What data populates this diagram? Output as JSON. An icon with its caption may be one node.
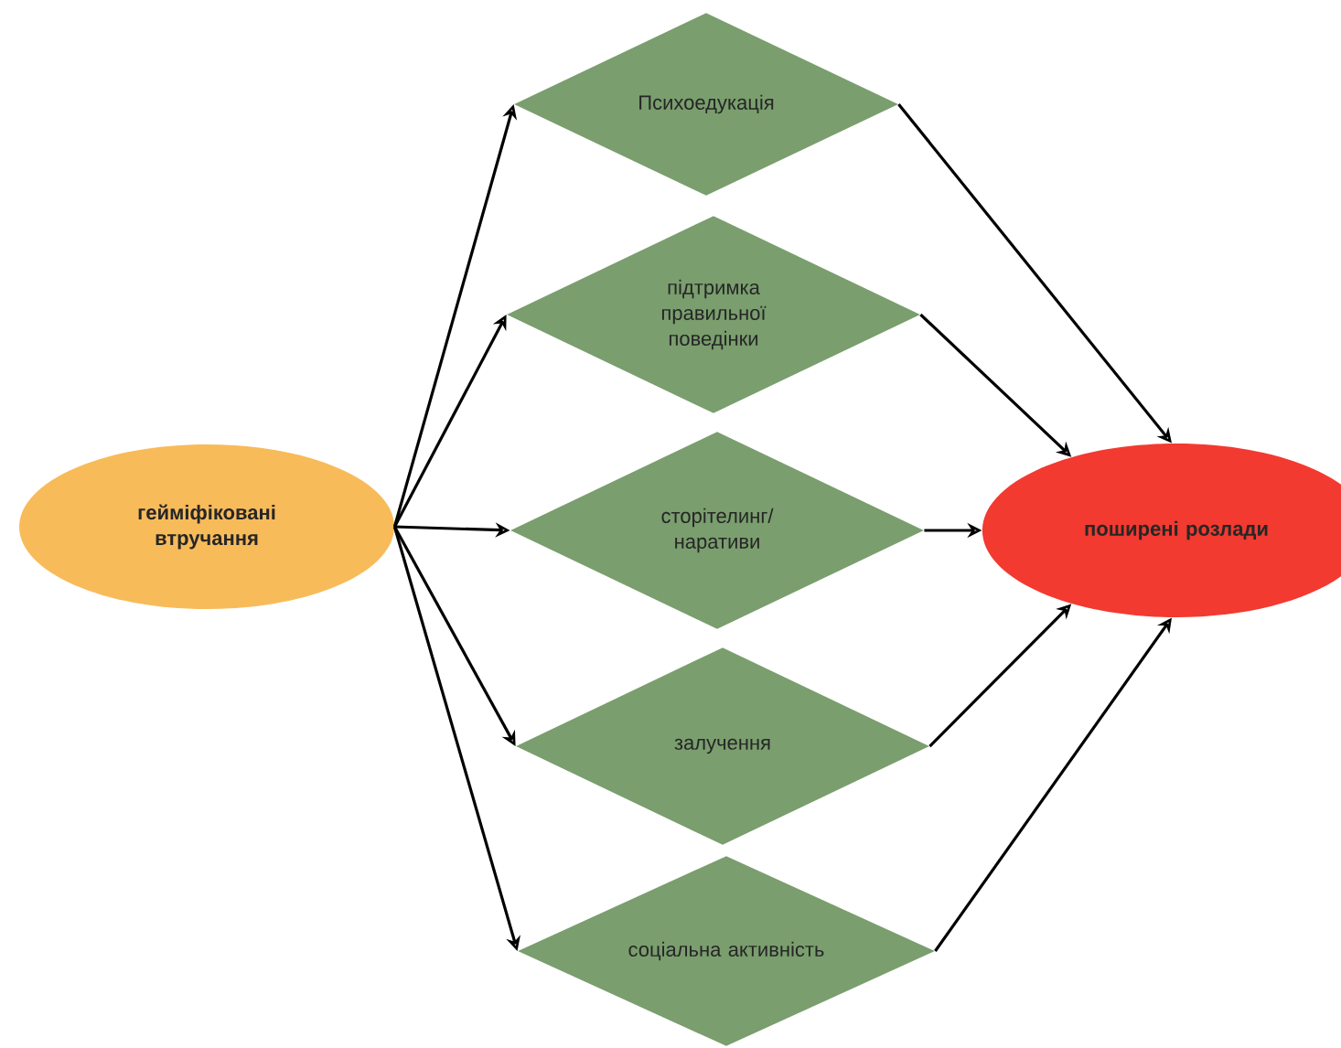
{
  "diagram": {
    "nodes": [
      {
        "text": [
          "гейміфіковані втручання"
        ]
      },
      {
        "text": [
          "Психоедукація"
        ]
      },
      {
        "text": [
          "підтримка правильної поведінки"
        ]
      },
      {
        "text": [
          "сторітелинг/ наративи"
        ]
      },
      {
        "text": [
          "залучення"
        ]
      },
      {
        "text": [
          "соціальна активність"
        ]
      },
      {
        "text": [
          "поширені розлади"
        ]
      }
    ],
    "edges": [
      {
        "from": 0,
        "to": 1,
        "arrow": "to"
      },
      {
        "from": 0,
        "to": 2,
        "arrow": "to"
      },
      {
        "from": 0,
        "to": 3,
        "arrow": "to"
      },
      {
        "from": 0,
        "to": 4,
        "arrow": "to"
      },
      {
        "from": 0,
        "to": 5,
        "arrow": "to"
      },
      {
        "from": 1,
        "to": 6,
        "arrow": "to"
      },
      {
        "from": 2,
        "to": 6,
        "arrow": "to"
      },
      {
        "from": 3,
        "to": 6,
        "arrow": "to"
      },
      {
        "from": 4,
        "to": 6,
        "arrow": "to"
      },
      {
        "from": 5,
        "to": 6,
        "arrow": "to"
      }
    ]
  }
}
